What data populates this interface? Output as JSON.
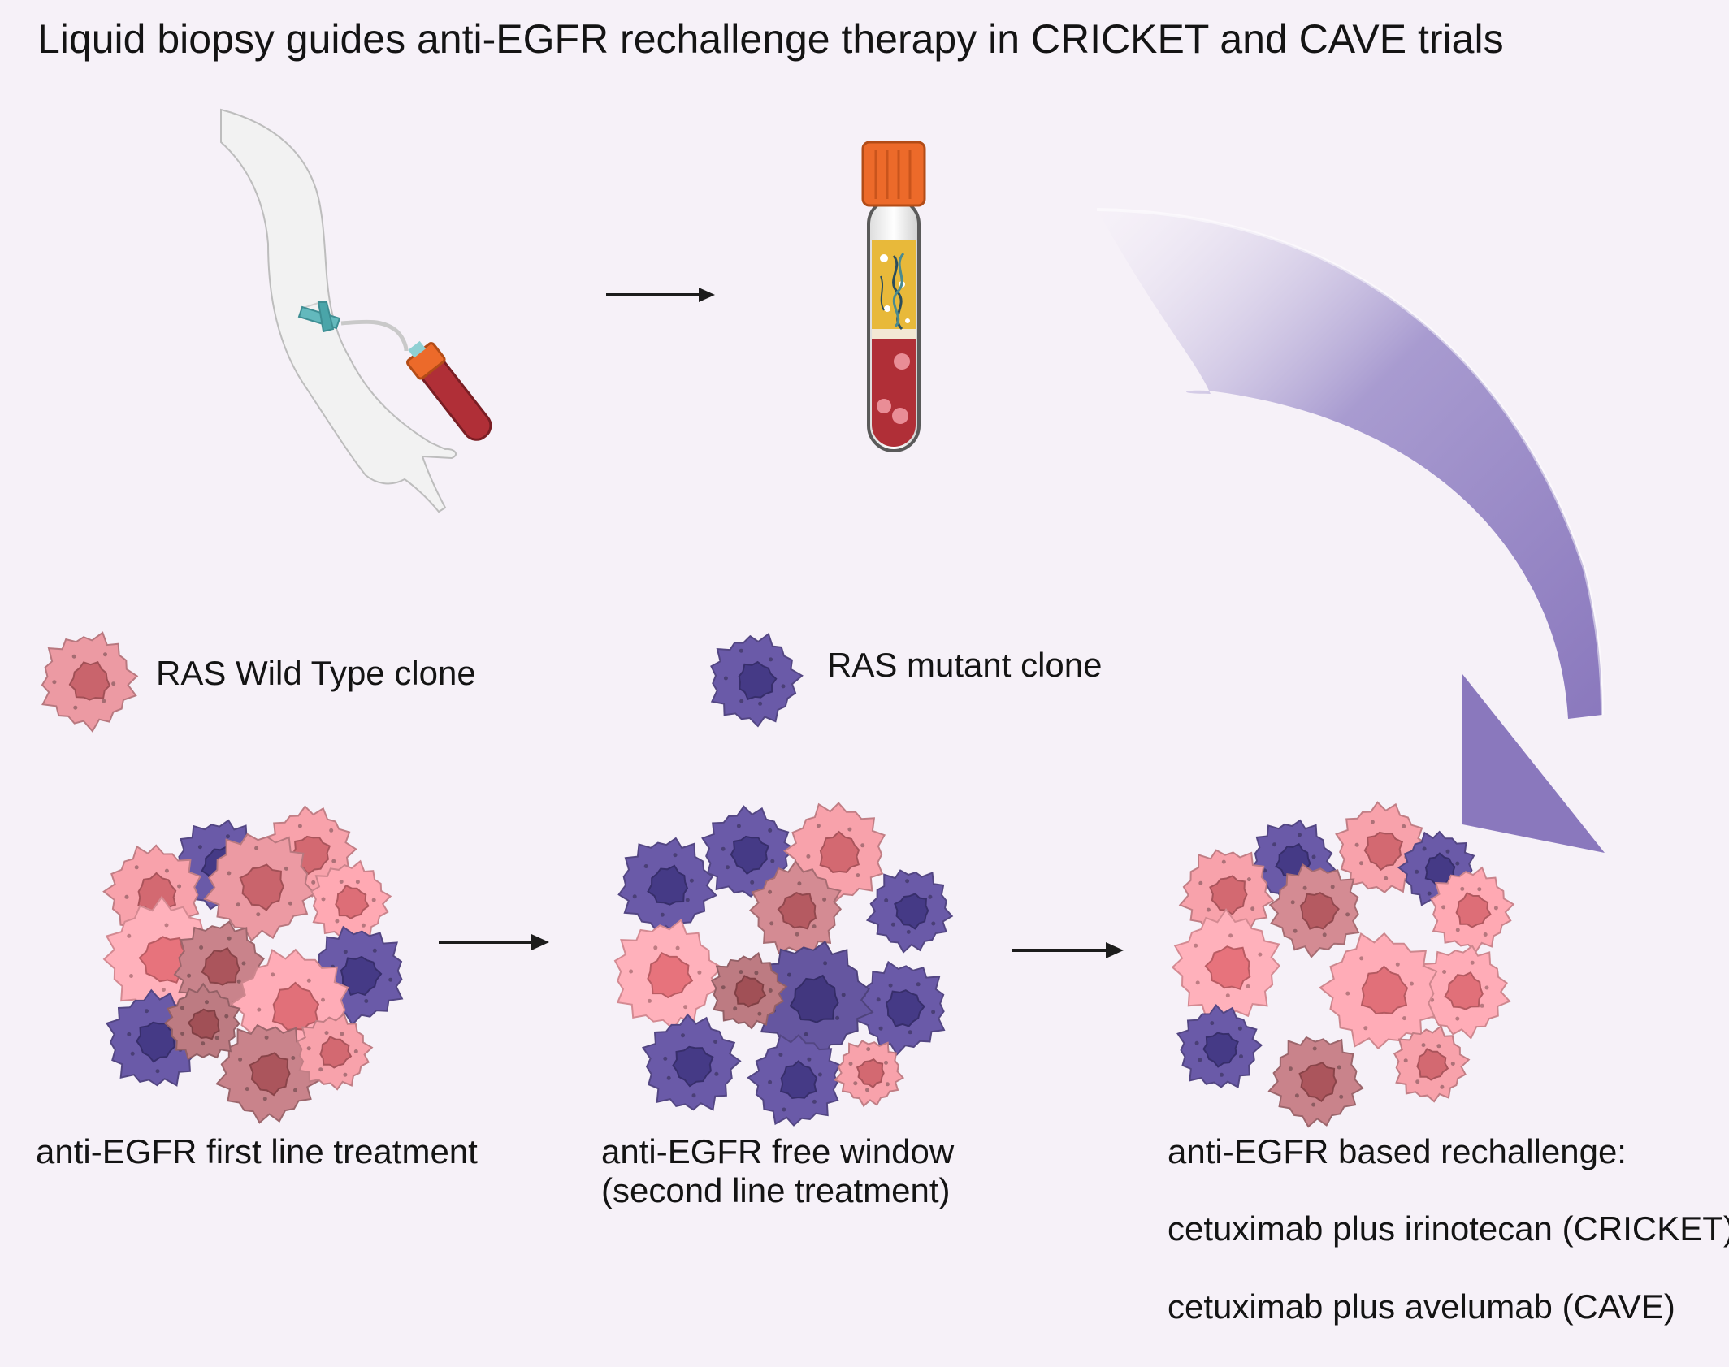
{
  "title": "Liquid biopsy guides anti-EGFR rechallenge therapy in CRICKET and CAVE trials",
  "legend": {
    "wild_type": "RAS Wild Type clone",
    "mutant": "RAS mutant clone"
  },
  "stages": {
    "first": "anti-EGFR first line treatment",
    "second": "anti-EGFR free window",
    "second_sub": "(second line treatment)",
    "third": "anti-EGFR based rechallenge:"
  },
  "regimens": [
    "cetuximab plus irinotecan (CRICKET)",
    "cetuximab plus avelumab (CAVE)"
  ],
  "colors": {
    "background": "#f6f1f8",
    "wild_type_cell": "#ec9aa3",
    "wild_type_nucleus": "#c9646c",
    "mutant_cell": "#6a5aa8",
    "mutant_nucleus": "#453a86",
    "curved_arrow": "#8f7fc0",
    "tube_cap": "#ec6a2a",
    "plasma": "#e8b93a",
    "blood": "#b02f37",
    "tourniquet": "#63b9bd"
  },
  "icons": [
    "arm-icon",
    "blood-tube-icon",
    "curved-arrow-icon",
    "cell-icon"
  ]
}
